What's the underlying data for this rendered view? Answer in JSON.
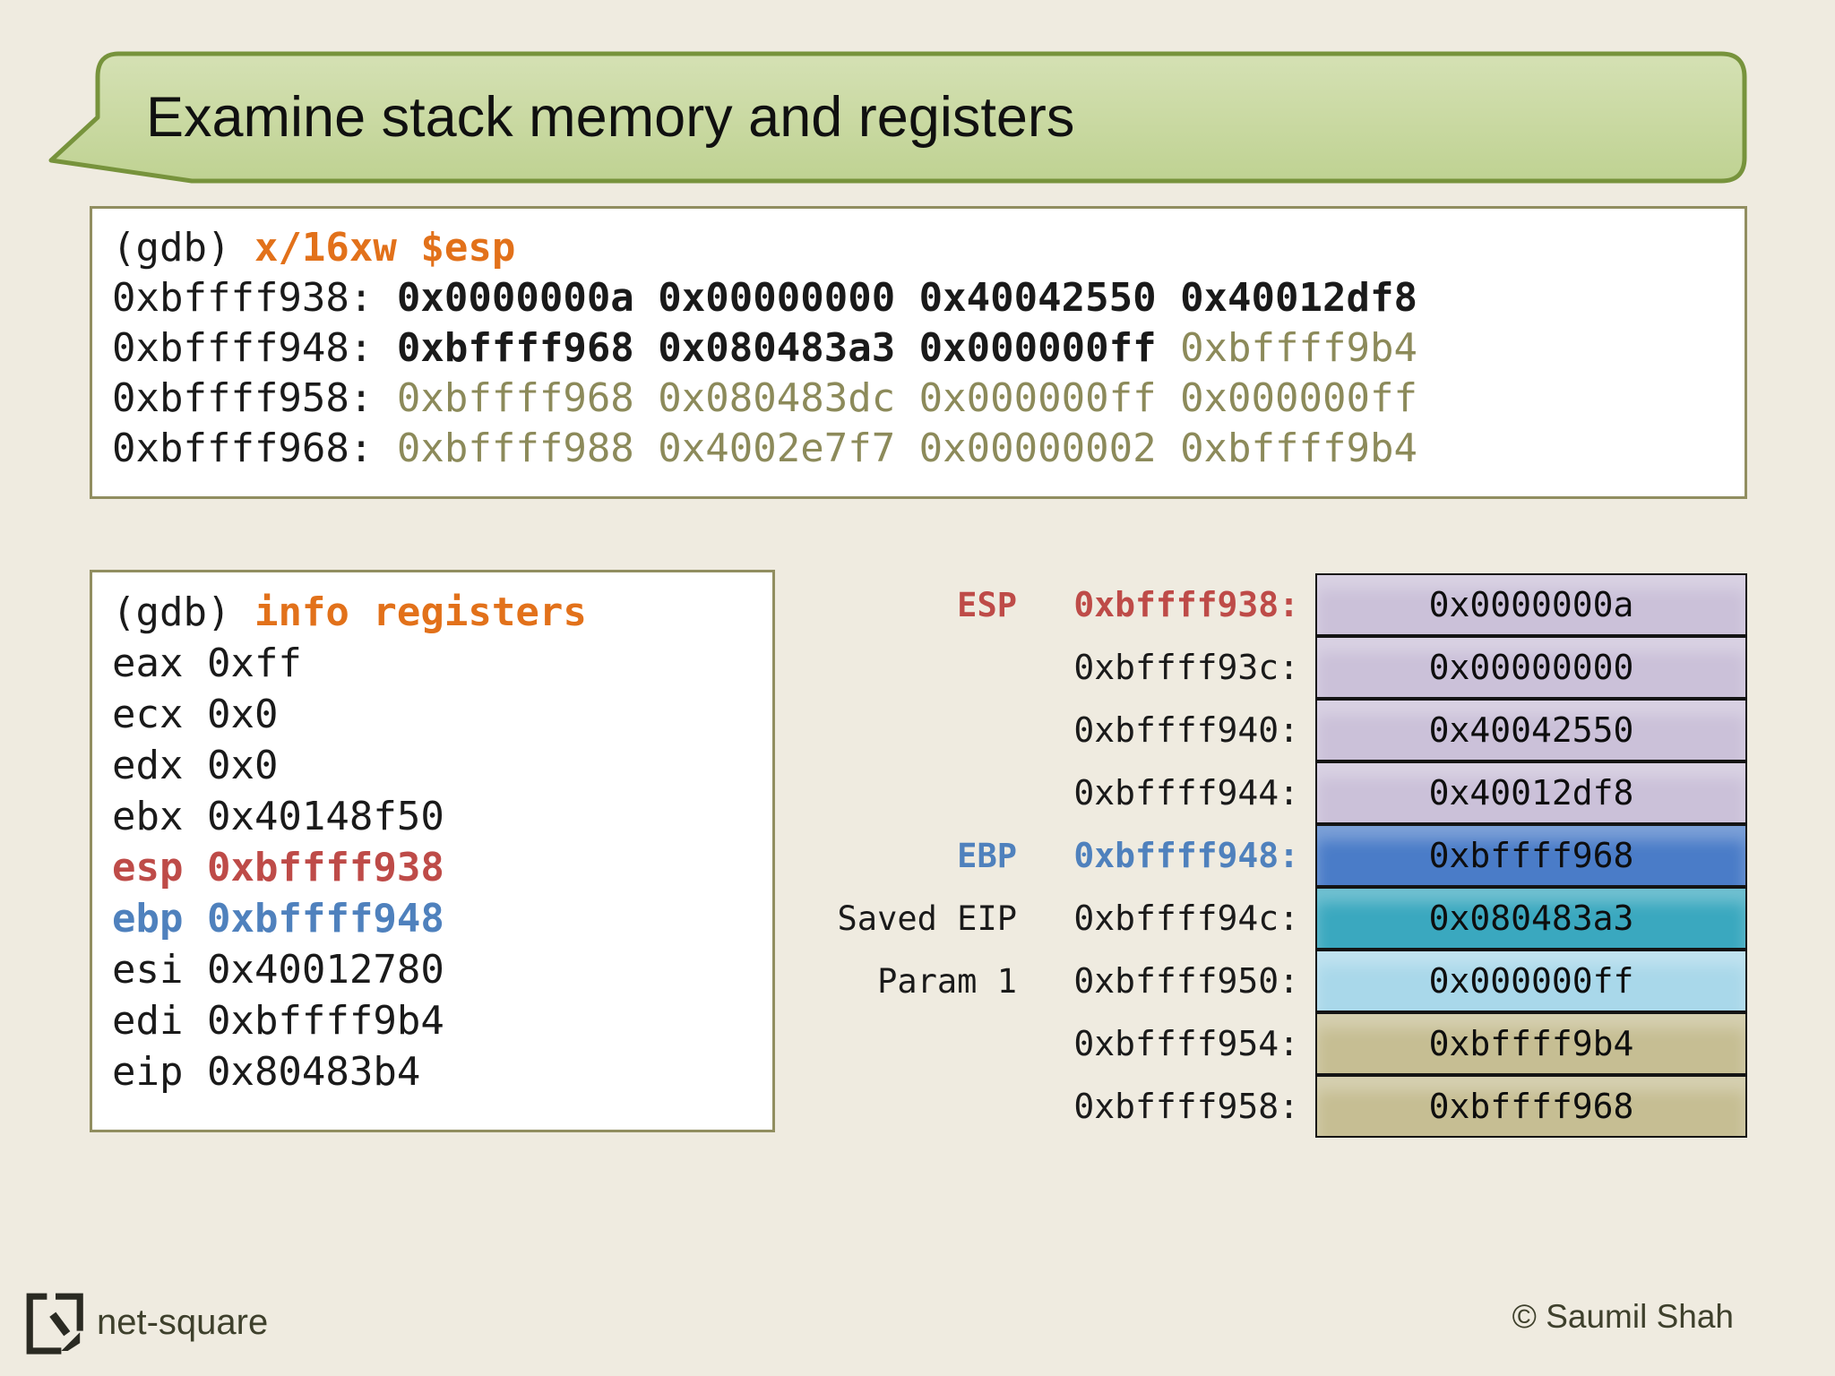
{
  "slide": {
    "title": "Examine stack memory and registers",
    "footer": {
      "brand": "net-square",
      "copyright": "© Saumil Shah"
    }
  },
  "colors": {
    "background": "#EFEBE0",
    "banner_fill_top": "#D5E1B4",
    "banner_fill_bottom": "#BFD292",
    "banner_border": "#77933C",
    "box_fill": "#FFFFFF",
    "box_border": "#918E60",
    "text": "#1A1A1A",
    "command_orange": "#E2711A",
    "stale_olive": "#8C8A5A",
    "esp_red": "#BE4B48",
    "ebp_blue": "#4F81BD",
    "cell_lavender": "#CBC1D9",
    "cell_blue": "#4A7CC8",
    "cell_teal": "#3AA8BF",
    "cell_lightblue": "#A9D8EA",
    "cell_khaki": "#C6BE93",
    "cell_border": "#141414",
    "footer_text": "#3E402C"
  },
  "memory_dump": {
    "lines": [
      [
        {
          "t": "(gdb) "
        },
        {
          "t": "x/16xw $esp",
          "c": "orange"
        }
      ],
      [
        {
          "t": "0xbffff938: "
        },
        {
          "t": "0x0000000a 0x00000000 0x40042550 0x40012df8",
          "c": "bold"
        }
      ],
      [
        {
          "t": "0xbffff948: "
        },
        {
          "t": "0xbffff968 0x080483a3 0x000000ff ",
          "c": "bold"
        },
        {
          "t": "0xbffff9b4",
          "c": "olive"
        }
      ],
      [
        {
          "t": "0xbffff958: "
        },
        {
          "t": "0xbffff968 0x080483dc 0x000000ff 0x000000ff",
          "c": "olive"
        }
      ],
      [
        {
          "t": "0xbffff968: "
        },
        {
          "t": "0xbffff988 0x4002e7f7 0x00000002 0xbffff9b4",
          "c": "olive"
        }
      ]
    ]
  },
  "registers_dump": {
    "lines": [
      [
        {
          "t": "(gdb) "
        },
        {
          "t": "info registers",
          "c": "orange"
        }
      ],
      [
        {
          "t": "eax 0xff"
        }
      ],
      [
        {
          "t": "ecx 0x0"
        }
      ],
      [
        {
          "t": "edx 0x0"
        }
      ],
      [
        {
          "t": "ebx 0x40148f50"
        }
      ],
      [
        {
          "t": "esp 0xbffff938",
          "c": "red"
        }
      ],
      [
        {
          "t": "ebp 0xbffff948",
          "c": "blue"
        }
      ],
      [
        {
          "t": "esi 0x40012780"
        }
      ],
      [
        {
          "t": "edi 0xbffff9b4"
        }
      ],
      [
        {
          "t": "eip 0x80483b4"
        }
      ]
    ]
  },
  "stack_diagram": {
    "rows": [
      {
        "register": "ESP",
        "register_tone": "red",
        "address": "0xbffff938:",
        "address_tone": "red",
        "value": "0x0000000a",
        "fill": "lavender"
      },
      {
        "register": "",
        "address": "0xbffff93c:",
        "value": "0x00000000",
        "fill": "lavender"
      },
      {
        "register": "",
        "address": "0xbffff940:",
        "value": "0x40042550",
        "fill": "lavender"
      },
      {
        "register": "",
        "address": "0xbffff944:",
        "value": "0x40012df8",
        "fill": "lavender"
      },
      {
        "register": "EBP",
        "register_tone": "blue",
        "address": "0xbffff948:",
        "address_tone": "blue",
        "value": "0xbffff968",
        "fill": "blue"
      },
      {
        "register": "Saved EIP",
        "address": "0xbffff94c:",
        "value": "0x080483a3",
        "fill": "teal"
      },
      {
        "register": "Param 1",
        "address": "0xbffff950:",
        "value": "0x000000ff",
        "fill": "lightblue"
      },
      {
        "register": "",
        "address": "0xbffff954:",
        "value": "0xbffff9b4",
        "fill": "khaki"
      },
      {
        "register": "",
        "address": "0xbffff958:",
        "value": "0xbffff968",
        "fill": "khaki"
      }
    ]
  }
}
